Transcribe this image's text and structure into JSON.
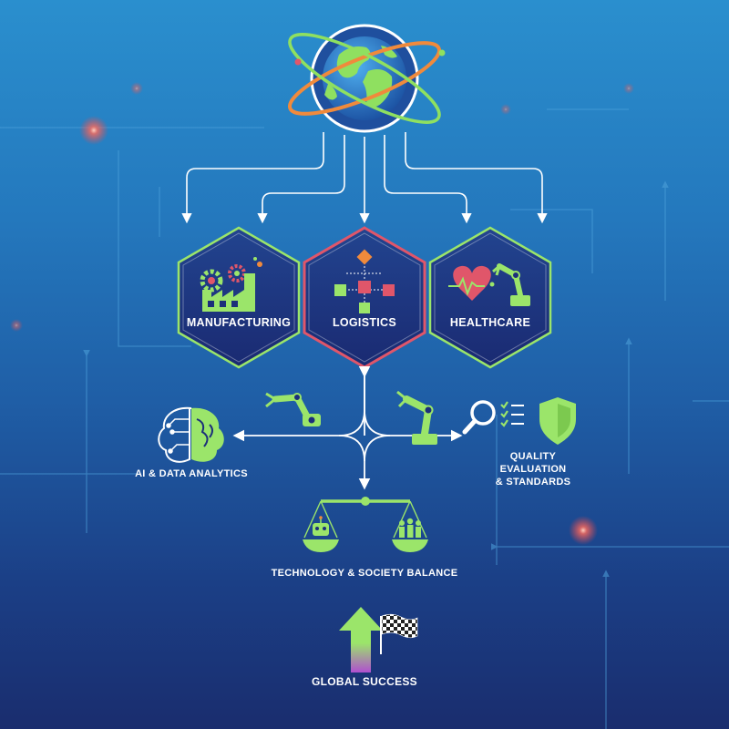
{
  "hub": {
    "icon": "globe-icon"
  },
  "sectors": [
    {
      "key": "manufacturing",
      "label": "MANUFACTURING",
      "icon": "factory-gears-icon",
      "accent": "#9be56a"
    },
    {
      "key": "logistics",
      "label": "LOGISTICS",
      "icon": "network-cubes-icon",
      "accent": "#e0566a"
    },
    {
      "key": "healthcare",
      "label": "HEALTHCARE",
      "icon": "heart-robot-arm-icon",
      "accent": "#9be56a"
    }
  ],
  "branches": {
    "ai": {
      "label": "AI & DATA ANALYTICS",
      "icon": "brain-circuit-icon"
    },
    "quality": {
      "label_lines": [
        "QUALITY",
        "EVALUATION",
        "& STANDARDS"
      ],
      "icon": "magnifier-checklist-shield-icon"
    },
    "balance": {
      "label": "TECHNOLOGY & SOCIETY BALANCE",
      "icon": "scale-robot-people-icon"
    },
    "success": {
      "label": "GLOBAL SUCCESS",
      "icon": "arrow-up-checkered-flag-icon"
    }
  },
  "colors": {
    "accent_green": "#9be56a",
    "accent_red": "#e0566a",
    "accent_orange": "#f08a3c",
    "hex_fill": "#1c2f7a",
    "line": "#ffffff"
  }
}
